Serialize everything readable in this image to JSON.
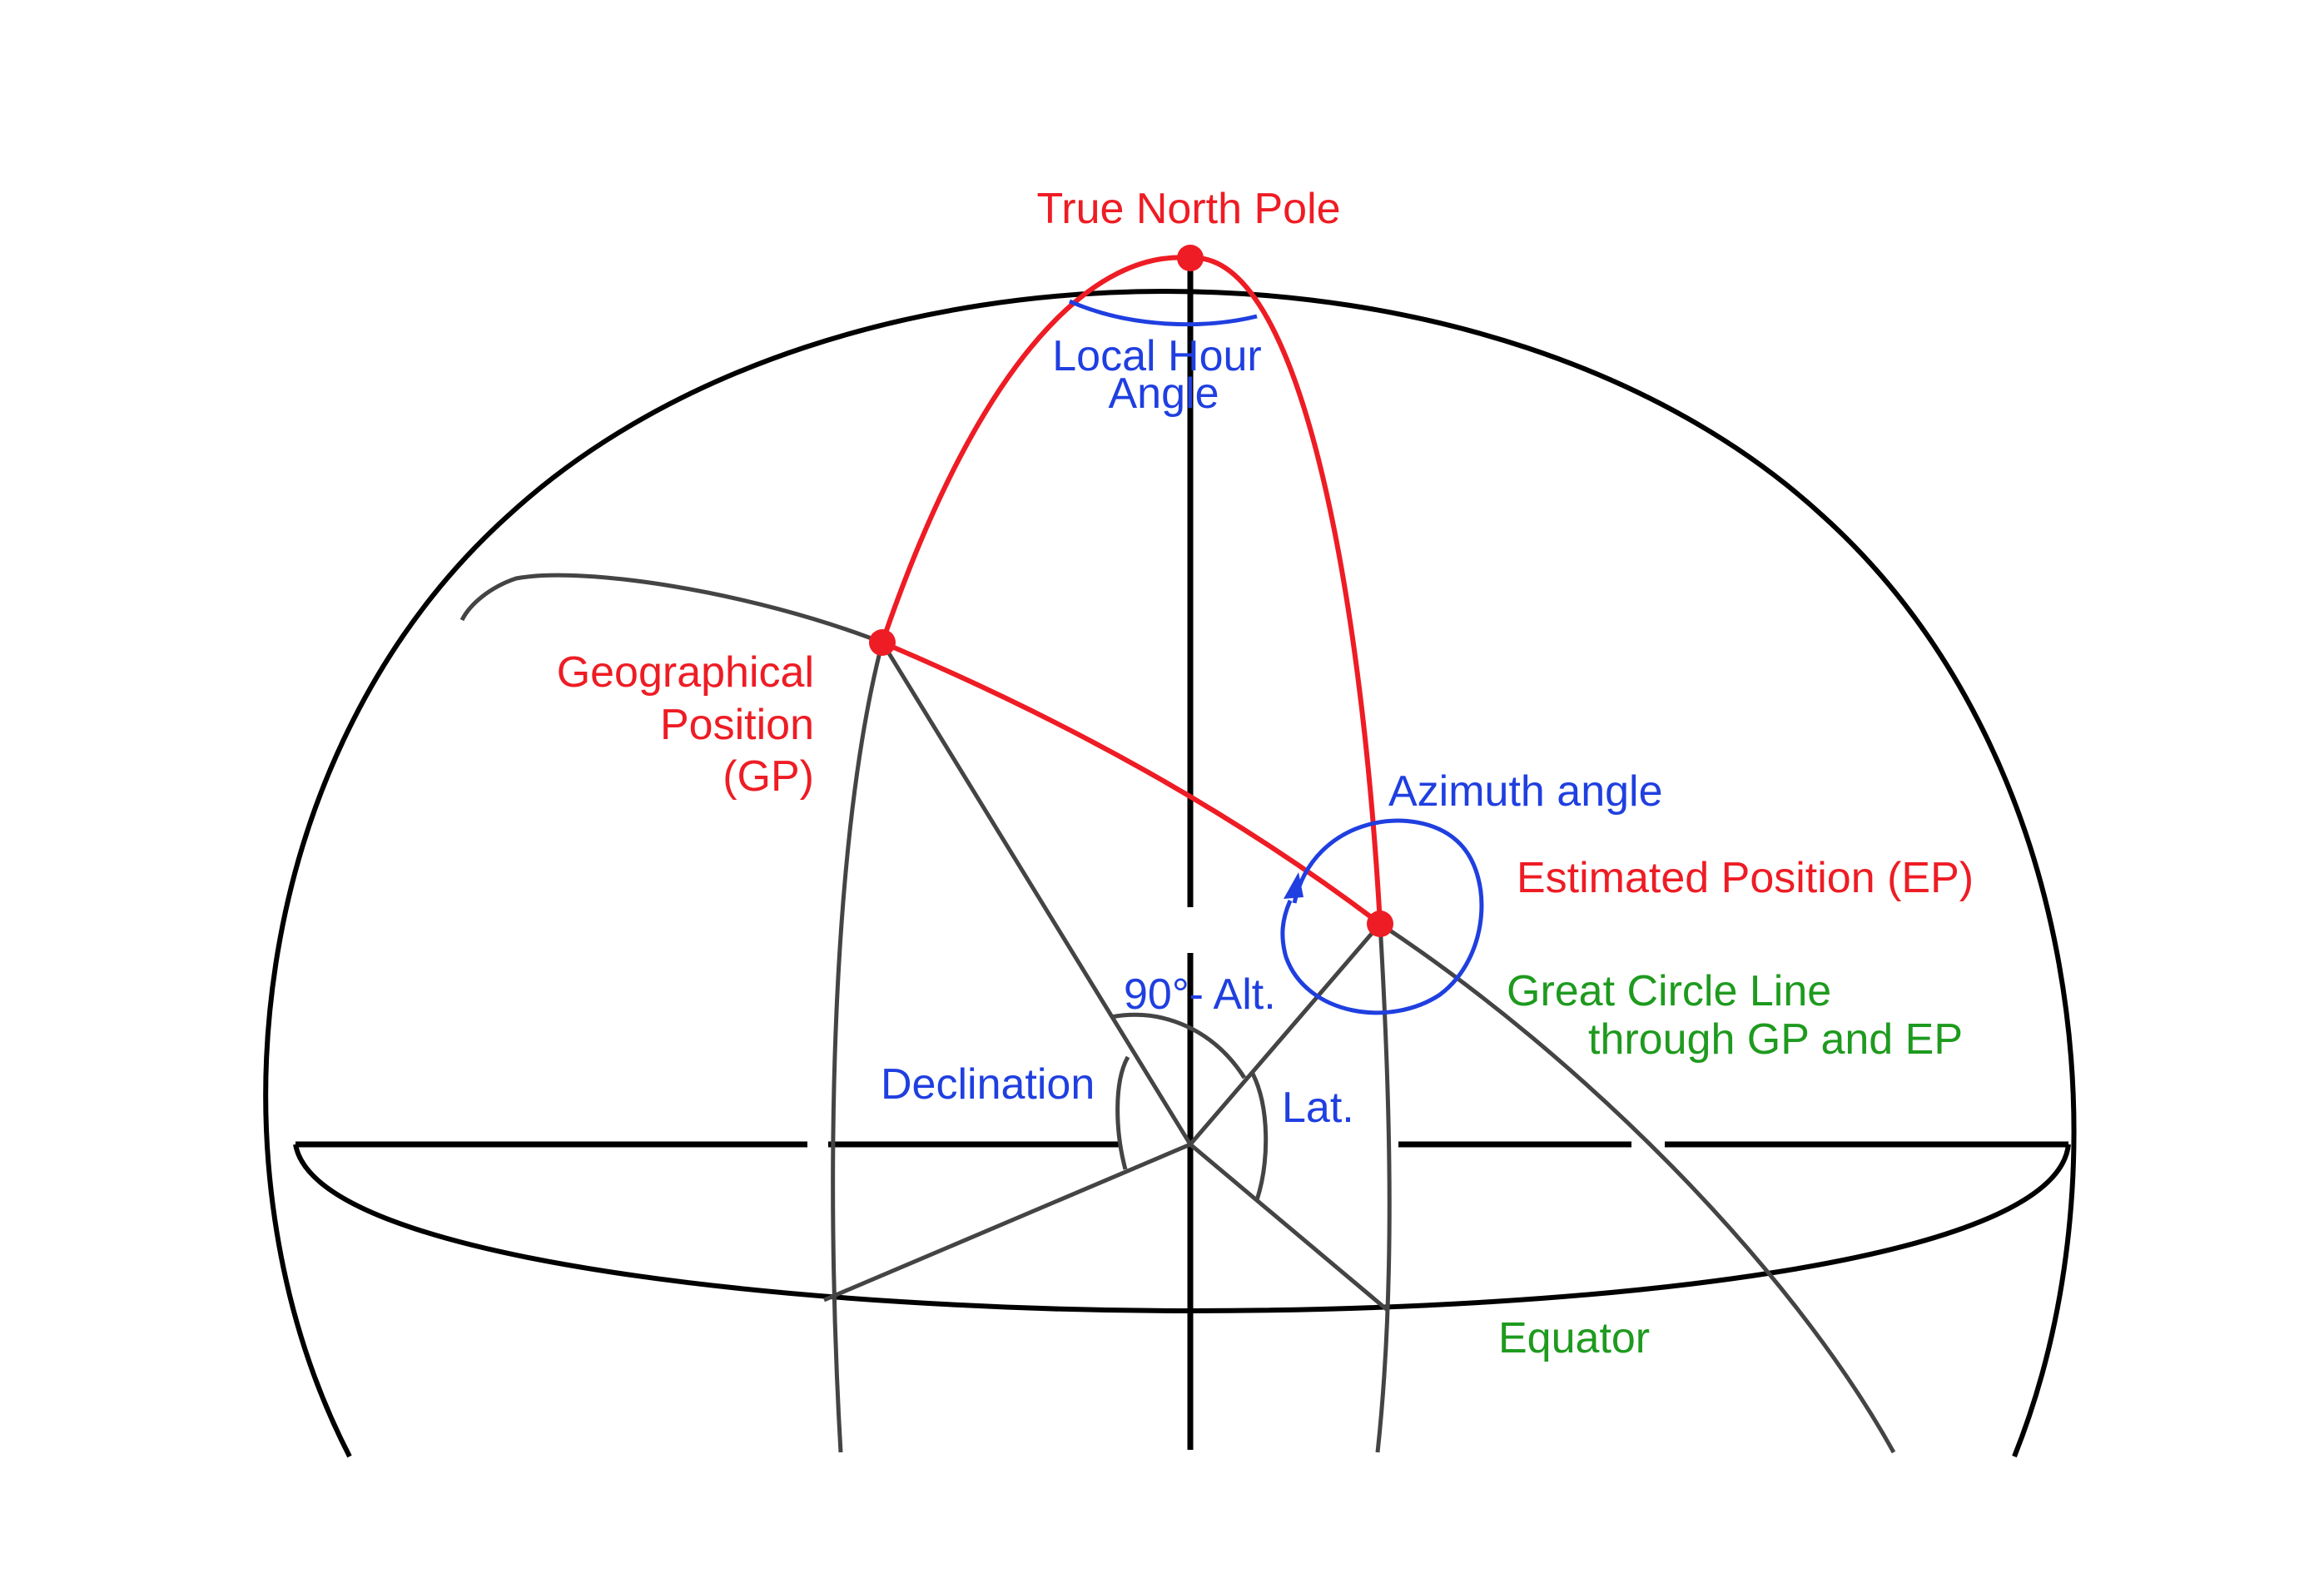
{
  "labels": {
    "north_pole": "True North Pole",
    "lha_line1": "Local Hour",
    "lha_line2": "Angle",
    "gp_line1": "Geographical",
    "gp_line2": "Position",
    "gp_line3": "(GP)",
    "azimuth": "Azimuth angle",
    "ep": "Estimated Position (EP)",
    "alt": "90°- Alt.",
    "great_circle_line1": "Great Circle Line",
    "great_circle_line2": "through GP and EP",
    "declination": "Declination",
    "lat": "Lat.",
    "equator": "Equator"
  },
  "colors": {
    "red": "#ee1c24",
    "blue": "#1f3fe0",
    "green": "#1e9a1e",
    "black": "#000000",
    "gray": "#444444"
  }
}
